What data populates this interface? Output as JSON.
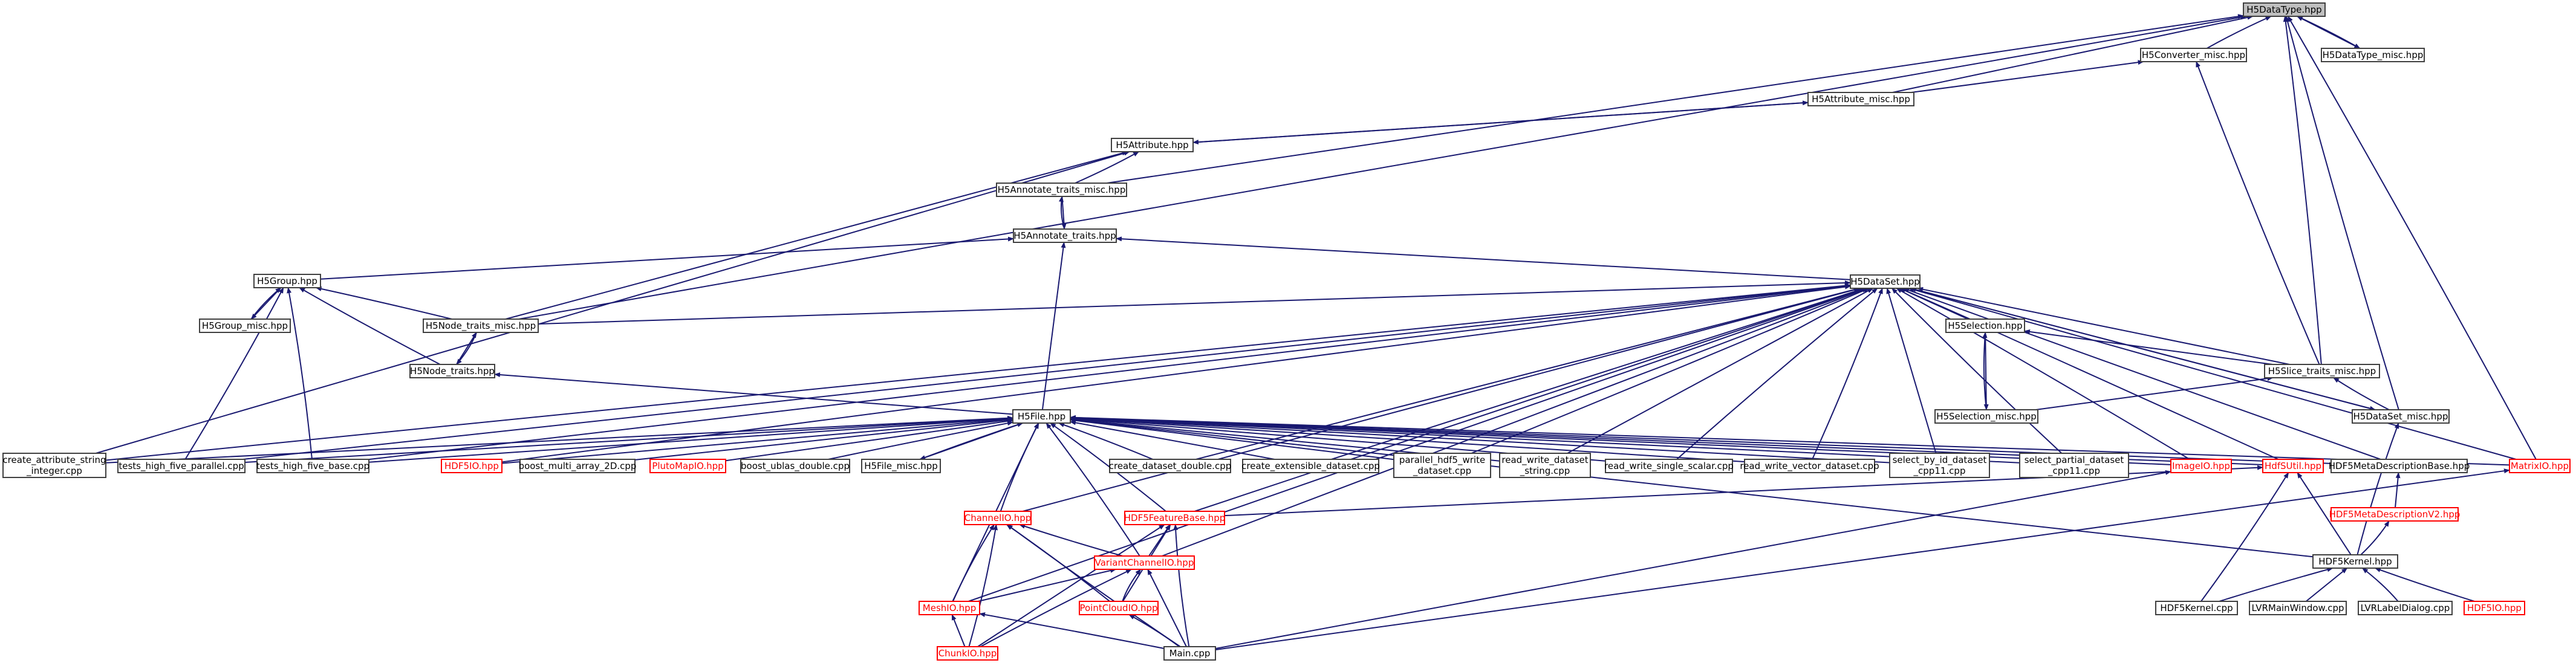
{
  "nodes": [
    {
      "id": "H5DataType.hpp",
      "label": "H5DataType.hpp",
      "style": "focus"
    },
    {
      "id": "H5Converter_misc.hpp",
      "label": "H5Converter_misc.hpp",
      "style": "normal"
    },
    {
      "id": "H5DataType_misc.hpp",
      "label": "H5DataType_misc.hpp",
      "style": "normal"
    },
    {
      "id": "H5Attribute_misc.hpp",
      "label": "H5Attribute_misc.hpp",
      "style": "normal"
    },
    {
      "id": "H5Attribute.hpp",
      "label": "H5Attribute.hpp",
      "style": "normal"
    },
    {
      "id": "H5Annotate_traits_misc.hpp",
      "label": "H5Annotate_traits_misc.hpp",
      "style": "normal"
    },
    {
      "id": "H5Annotate_traits.hpp",
      "label": "H5Annotate_traits.hpp",
      "style": "normal"
    },
    {
      "id": "H5Group.hpp",
      "label": "H5Group.hpp",
      "style": "normal"
    },
    {
      "id": "H5Group_misc.hpp",
      "label": "H5Group_misc.hpp",
      "style": "normal"
    },
    {
      "id": "H5DataSet.hpp",
      "label": "H5DataSet.hpp",
      "style": "normal"
    },
    {
      "id": "H5Node_traits_misc.hpp",
      "label": "H5Node_traits_misc.hpp",
      "style": "normal"
    },
    {
      "id": "H5Node_traits.hpp",
      "label": "H5Node_traits.hpp",
      "style": "normal"
    },
    {
      "id": "H5Selection.hpp",
      "label": "H5Selection.hpp",
      "style": "normal"
    },
    {
      "id": "H5Slice_traits_misc.hpp",
      "label": "H5Slice_traits_misc.hpp",
      "style": "normal"
    },
    {
      "id": "H5Selection_misc.hpp",
      "label": "H5Selection_misc.hpp",
      "style": "normal"
    },
    {
      "id": "H5DataSet_misc.hpp",
      "label": "H5DataSet_misc.hpp",
      "style": "normal"
    },
    {
      "id": "H5File.hpp",
      "label": "H5File.hpp",
      "style": "normal"
    },
    {
      "id": "create_attribute_string_integer.cpp",
      "label": [
        "create_attribute_string",
        "_integer.cpp"
      ],
      "style": "normal"
    },
    {
      "id": "tests_high_five_parallel.cpp",
      "label": "tests_high_five_parallel.cpp",
      "style": "normal"
    },
    {
      "id": "tests_high_five_base.cpp",
      "label": "tests_high_five_base.cpp",
      "style": "normal"
    },
    {
      "id": "HDF5IO.hpp",
      "label": "HDF5IO.hpp",
      "style": "red"
    },
    {
      "id": "boost_multi_array_2D.cpp",
      "label": "boost_multi_array_2D.cpp",
      "style": "normal"
    },
    {
      "id": "PlutoMapIO.hpp",
      "label": "PlutoMapIO.hpp",
      "style": "red"
    },
    {
      "id": "boost_ublas_double.cpp",
      "label": "boost_ublas_double.cpp",
      "style": "normal"
    },
    {
      "id": "H5File_misc.hpp",
      "label": "H5File_misc.hpp",
      "style": "normal"
    },
    {
      "id": "create_dataset_double.cpp",
      "label": "create_dataset_double.cpp",
      "style": "normal"
    },
    {
      "id": "create_extensible_dataset.cpp",
      "label": "create_extensible_dataset.cpp",
      "style": "normal"
    },
    {
      "id": "parallel_hdf5_write_dataset.cpp",
      "label": [
        "parallel_hdf5_write",
        "_dataset.cpp"
      ],
      "style": "normal"
    },
    {
      "id": "read_write_dataset_string.cpp",
      "label": [
        "read_write_dataset",
        "_string.cpp"
      ],
      "style": "normal"
    },
    {
      "id": "read_write_single_scalar.cpp",
      "label": "read_write_single_scalar.cpp",
      "style": "normal"
    },
    {
      "id": "read_write_vector_dataset.cpp",
      "label": "read_write_vector_dataset.cpp",
      "style": "normal"
    },
    {
      "id": "select_by_id_dataset_cpp11.cpp",
      "label": [
        "select_by_id_dataset",
        "_cpp11.cpp"
      ],
      "style": "normal"
    },
    {
      "id": "select_partial_dataset_cpp11.cpp",
      "label": [
        "select_partial_dataset",
        "_cpp11.cpp"
      ],
      "style": "normal"
    },
    {
      "id": "ImageIO.hpp",
      "label": "ImageIO.hpp",
      "style": "red"
    },
    {
      "id": "HdfSUtil.hpp",
      "label": "HdfSUtil.hpp",
      "style": "red"
    },
    {
      "id": "HDF5MetaDescriptionBase.hpp",
      "label": "HDF5MetaDescriptionBase.hpp",
      "style": "normal"
    },
    {
      "id": "MatrixIO.hpp",
      "label": "MatrixIO.hpp",
      "style": "red"
    },
    {
      "id": "ChannelIO.hpp",
      "label": "ChannelIO.hpp",
      "style": "red"
    },
    {
      "id": "HDF5FeatureBase.hpp",
      "label": "HDF5FeatureBase.hpp",
      "style": "red"
    },
    {
      "id": "HDF5MetaDescriptionV2.hpp",
      "label": "HDF5MetaDescriptionV2.hpp",
      "style": "red"
    },
    {
      "id": "VariantChannelIO.hpp",
      "label": "VariantChannelIO.hpp",
      "style": "red"
    },
    {
      "id": "HDF5Kernel.hpp",
      "label": "HDF5Kernel.hpp",
      "style": "normal"
    },
    {
      "id": "MeshIO.hpp",
      "label": "MeshIO.hpp",
      "style": "red"
    },
    {
      "id": "PointCloudIO.hpp",
      "label": "PointCloudIO.hpp",
      "style": "red"
    },
    {
      "id": "HDF5Kernel.cpp",
      "label": "HDF5Kernel.cpp",
      "style": "normal"
    },
    {
      "id": "LVRMainWindow.cpp",
      "label": "LVRMainWindow.cpp",
      "style": "normal"
    },
    {
      "id": "LVRLabelDialog.cpp",
      "label": "LVRLabelDialog.cpp",
      "style": "normal"
    },
    {
      "id": "HDF5IO_2.hpp",
      "label": "HDF5IO.hpp",
      "style": "red"
    },
    {
      "id": "ChunkIO.hpp",
      "label": "ChunkIO.hpp",
      "style": "red"
    },
    {
      "id": "Main.cpp",
      "label": "Main.cpp",
      "style": "normal"
    }
  ],
  "edges": [
    [
      "H5Converter_misc.hpp",
      "H5DataType.hpp"
    ],
    [
      "H5DataType_misc.hpp",
      "H5DataType.hpp"
    ],
    [
      "H5DataType.hpp",
      "H5DataType_misc.hpp"
    ],
    [
      "H5Attribute_misc.hpp",
      "H5DataType.hpp"
    ],
    [
      "H5Attribute_misc.hpp",
      "H5Converter_misc.hpp"
    ],
    [
      "H5Attribute.hpp",
      "H5Attribute_misc.hpp"
    ],
    [
      "H5Attribute_misc.hpp",
      "H5Attribute.hpp"
    ],
    [
      "H5Annotate_traits_misc.hpp",
      "H5DataType.hpp"
    ],
    [
      "H5Annotate_traits_misc.hpp",
      "H5Attribute.hpp"
    ],
    [
      "H5Annotate_traits.hpp",
      "H5Annotate_traits_misc.hpp"
    ],
    [
      "H5Annotate_traits_misc.hpp",
      "H5Annotate_traits.hpp"
    ],
    [
      "H5Group.hpp",
      "H5Annotate_traits.hpp"
    ],
    [
      "H5Group_misc.hpp",
      "H5Group.hpp"
    ],
    [
      "H5Group.hpp",
      "H5Group_misc.hpp"
    ],
    [
      "H5DataSet.hpp",
      "H5Annotate_traits.hpp"
    ],
    [
      "H5Node_traits_misc.hpp",
      "H5DataType.hpp"
    ],
    [
      "H5Node_traits_misc.hpp",
      "H5Attribute.hpp"
    ],
    [
      "H5Node_traits_misc.hpp",
      "H5Group.hpp"
    ],
    [
      "H5Node_traits_misc.hpp",
      "H5DataSet.hpp"
    ],
    [
      "H5Node_traits.hpp",
      "H5Node_traits_misc.hpp"
    ],
    [
      "H5Node_traits_misc.hpp",
      "H5Node_traits.hpp"
    ],
    [
      "H5Node_traits.hpp",
      "H5Group.hpp"
    ],
    [
      "H5Selection.hpp",
      "H5DataSet.hpp"
    ],
    [
      "H5Slice_traits_misc.hpp",
      "H5DataType.hpp"
    ],
    [
      "H5Slice_traits_misc.hpp",
      "H5Converter_misc.hpp"
    ],
    [
      "H5Slice_traits_misc.hpp",
      "H5DataSet.hpp"
    ],
    [
      "H5Slice_traits_misc.hpp",
      "H5Selection.hpp"
    ],
    [
      "H5Selection_misc.hpp",
      "H5Selection.hpp"
    ],
    [
      "H5Selection.hpp",
      "H5Selection_misc.hpp"
    ],
    [
      "H5Selection_misc.hpp",
      "H5Slice_traits_misc.hpp"
    ],
    [
      "H5DataSet_misc.hpp",
      "H5DataType.hpp"
    ],
    [
      "H5DataSet_misc.hpp",
      "H5DataSet.hpp"
    ],
    [
      "H5DataSet.hpp",
      "H5DataSet_misc.hpp"
    ],
    [
      "H5DataSet_misc.hpp",
      "H5Slice_traits_misc.hpp"
    ],
    [
      "H5File.hpp",
      "H5Annotate_traits.hpp"
    ],
    [
      "H5File.hpp",
      "H5Node_traits.hpp"
    ],
    [
      "H5File_misc.hpp",
      "H5File.hpp"
    ],
    [
      "H5File.hpp",
      "H5File_misc.hpp"
    ],
    [
      "create_attribute_string_integer.cpp",
      "H5Attribute.hpp"
    ],
    [
      "create_attribute_string_integer.cpp",
      "H5DataSet.hpp"
    ],
    [
      "create_attribute_string_integer.cpp",
      "H5File.hpp"
    ],
    [
      "tests_high_five_parallel.cpp",
      "H5Group.hpp"
    ],
    [
      "tests_high_five_parallel.cpp",
      "H5DataSet.hpp"
    ],
    [
      "tests_high_five_parallel.cpp",
      "H5File.hpp"
    ],
    [
      "tests_high_five_base.cpp",
      "H5Group.hpp"
    ],
    [
      "tests_high_five_base.cpp",
      "H5DataSet.hpp"
    ],
    [
      "tests_high_five_base.cpp",
      "H5File.hpp"
    ],
    [
      "HDF5IO.hpp",
      "H5DataSet.hpp"
    ],
    [
      "HDF5IO.hpp",
      "H5File.hpp"
    ],
    [
      "boost_multi_array_2D.cpp",
      "H5File.hpp"
    ],
    [
      "PlutoMapIO.hpp",
      "H5File.hpp"
    ],
    [
      "boost_ublas_double.cpp",
      "H5File.hpp"
    ],
    [
      "create_dataset_double.cpp",
      "H5DataSet.hpp"
    ],
    [
      "create_dataset_double.cpp",
      "H5File.hpp"
    ],
    [
      "create_extensible_dataset.cpp",
      "H5DataSet.hpp"
    ],
    [
      "create_extensible_dataset.cpp",
      "H5File.hpp"
    ],
    [
      "parallel_hdf5_write_dataset.cpp",
      "H5DataSet.hpp"
    ],
    [
      "parallel_hdf5_write_dataset.cpp",
      "H5File.hpp"
    ],
    [
      "read_write_dataset_string.cpp",
      "H5DataSet.hpp"
    ],
    [
      "read_write_dataset_string.cpp",
      "H5File.hpp"
    ],
    [
      "read_write_single_scalar.cpp",
      "H5DataSet.hpp"
    ],
    [
      "read_write_single_scalar.cpp",
      "H5File.hpp"
    ],
    [
      "read_write_vector_dataset.cpp",
      "H5DataSet.hpp"
    ],
    [
      "read_write_vector_dataset.cpp",
      "H5File.hpp"
    ],
    [
      "select_by_id_dataset_cpp11.cpp",
      "H5DataSet.hpp"
    ],
    [
      "select_by_id_dataset_cpp11.cpp",
      "H5File.hpp"
    ],
    [
      "select_partial_dataset_cpp11.cpp",
      "H5DataSet.hpp"
    ],
    [
      "select_partial_dataset_cpp11.cpp",
      "H5File.hpp"
    ],
    [
      "ImageIO.hpp",
      "H5DataSet.hpp"
    ],
    [
      "ImageIO.hpp",
      "H5File.hpp"
    ],
    [
      "HdfSUtil.hpp",
      "H5DataSet.hpp"
    ],
    [
      "HdfSUtil.hpp",
      "H5File.hpp"
    ],
    [
      "HDF5MetaDescriptionBase.hpp",
      "H5DataSet.hpp"
    ],
    [
      "HDF5MetaDescriptionBase.hpp",
      "H5File.hpp"
    ],
    [
      "MatrixIO.hpp",
      "H5DataType.hpp"
    ],
    [
      "MatrixIO.hpp",
      "H5DataSet.hpp"
    ],
    [
      "MatrixIO.hpp",
      "H5File.hpp"
    ],
    [
      "ChannelIO.hpp",
      "H5DataSet.hpp"
    ],
    [
      "ChannelIO.hpp",
      "H5File.hpp"
    ],
    [
      "HDF5FeatureBase.hpp",
      "H5DataSet.hpp"
    ],
    [
      "HDF5FeatureBase.hpp",
      "H5File.hpp"
    ],
    [
      "HDF5FeatureBase.hpp",
      "HdfSUtil.hpp"
    ],
    [
      "HDF5MetaDescriptionV2.hpp",
      "HDF5MetaDescriptionBase.hpp"
    ],
    [
      "VariantChannelIO.hpp",
      "H5File.hpp"
    ],
    [
      "VariantChannelIO.hpp",
      "ChannelIO.hpp"
    ],
    [
      "VariantChannelIO.hpp",
      "HDF5FeatureBase.hpp"
    ],
    [
      "VariantChannelIO.hpp",
      "H5DataSet.hpp"
    ],
    [
      "HDF5Kernel.hpp",
      "H5File.hpp"
    ],
    [
      "HDF5Kernel.hpp",
      "HdfSUtil.hpp"
    ],
    [
      "HDF5Kernel.hpp",
      "HDF5MetaDescriptionV2.hpp"
    ],
    [
      "HDF5Kernel.hpp",
      "H5DataSet_misc.hpp"
    ],
    [
      "MeshIO.hpp",
      "H5File.hpp"
    ],
    [
      "MeshIO.hpp",
      "H5DataSet.hpp"
    ],
    [
      "MeshIO.hpp",
      "ChannelIO.hpp"
    ],
    [
      "MeshIO.hpp",
      "VariantChannelIO.hpp"
    ],
    [
      "PointCloudIO.hpp",
      "ChannelIO.hpp"
    ],
    [
      "PointCloudIO.hpp",
      "VariantChannelIO.hpp"
    ],
    [
      "PointCloudIO.hpp",
      "HDF5FeatureBase.hpp"
    ],
    [
      "HDF5Kernel.cpp",
      "HdfSUtil.hpp"
    ],
    [
      "HDF5Kernel.cpp",
      "HDF5Kernel.hpp"
    ],
    [
      "LVRMainWindow.cpp",
      "HDF5Kernel.hpp"
    ],
    [
      "LVRLabelDialog.cpp",
      "HDF5Kernel.hpp"
    ],
    [
      "HDF5IO_2.hpp",
      "HDF5Kernel.hpp"
    ],
    [
      "ChunkIO.hpp",
      "MeshIO.hpp"
    ],
    [
      "ChunkIO.hpp",
      "ChannelIO.hpp"
    ],
    [
      "ChunkIO.hpp",
      "VariantChannelIO.hpp"
    ],
    [
      "ChunkIO.hpp",
      "HDF5FeatureBase.hpp"
    ],
    [
      "Main.cpp",
      "MeshIO.hpp"
    ],
    [
      "Main.cpp",
      "ChannelIO.hpp"
    ],
    [
      "Main.cpp",
      "VariantChannelIO.hpp"
    ],
    [
      "Main.cpp",
      "PointCloudIO.hpp"
    ],
    [
      "Main.cpp",
      "HDF5FeatureBase.hpp"
    ],
    [
      "Main.cpp",
      "ImageIO.hpp"
    ],
    [
      "Main.cpp",
      "MatrixIO.hpp"
    ]
  ],
  "colors": {
    "edge": "#191970",
    "node_border": "#404040",
    "focus_fill": "#bfbfbf",
    "red_node": "#ff0000"
  }
}
